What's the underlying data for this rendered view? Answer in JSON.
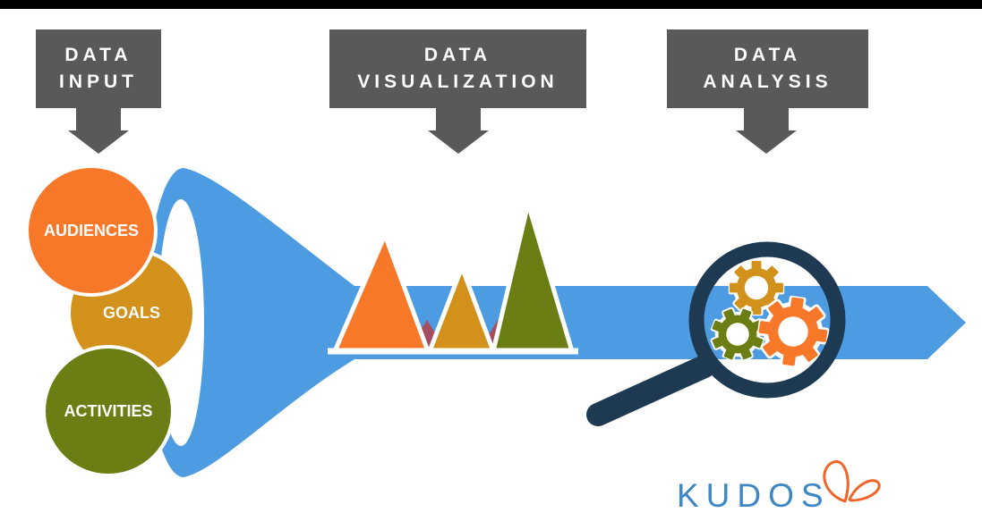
{
  "header": {
    "stages": [
      {
        "line1": "DATA",
        "line2": "INPUT"
      },
      {
        "line1": "DATA",
        "line2": "VISUALIZATION"
      },
      {
        "line1": "DATA",
        "line2": "ANALYSIS"
      }
    ]
  },
  "funnel_inputs": [
    {
      "label": "AUDIENCES",
      "color": "#f8782a"
    },
    {
      "label": "GOALS",
      "color": "#d1911a"
    },
    {
      "label": "ACTIVITIES",
      "color": "#6a7e14"
    }
  ],
  "logo": {
    "text": "KUDOS",
    "text_color": "#3d87c4",
    "butterfly_color": "#ef6529"
  },
  "colors": {
    "top_bar": "#000000",
    "stage_gray": "#595959",
    "flow_blue": "#4d9be0",
    "mountain_orange": "#f8782a",
    "mountain_gold": "#d1911a",
    "mountain_olive": "#6a7e14",
    "mountain_maroon": "#a64d60",
    "magnifier_navy": "#1d3a52",
    "gear_gold": "#d1911a",
    "gear_olive": "#6a7e14",
    "gear_orange": "#f8782a"
  }
}
